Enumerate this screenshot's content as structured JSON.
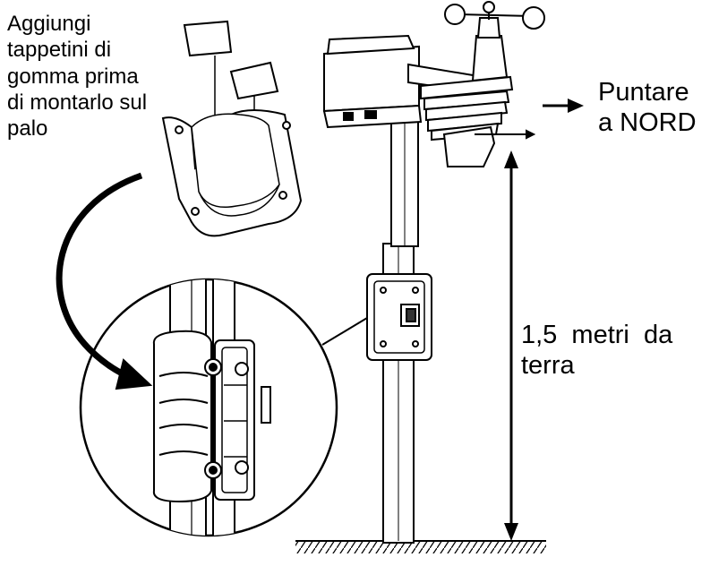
{
  "labels": {
    "rubber_pads_note": [
      "Aggiungi",
      "tappetini di",
      "gomma prima",
      "di montarlo sul",
      "palo"
    ],
    "point_north": [
      "Puntare",
      "a NORD"
    ],
    "height_note": [
      "1,5  metri  da",
      "terra"
    ]
  },
  "icons": {
    "mount_arrow": "curved-arrow-icon",
    "north_arrow": "arrow-right-icon",
    "height_arrow": "double-arrow-vertical-icon"
  }
}
